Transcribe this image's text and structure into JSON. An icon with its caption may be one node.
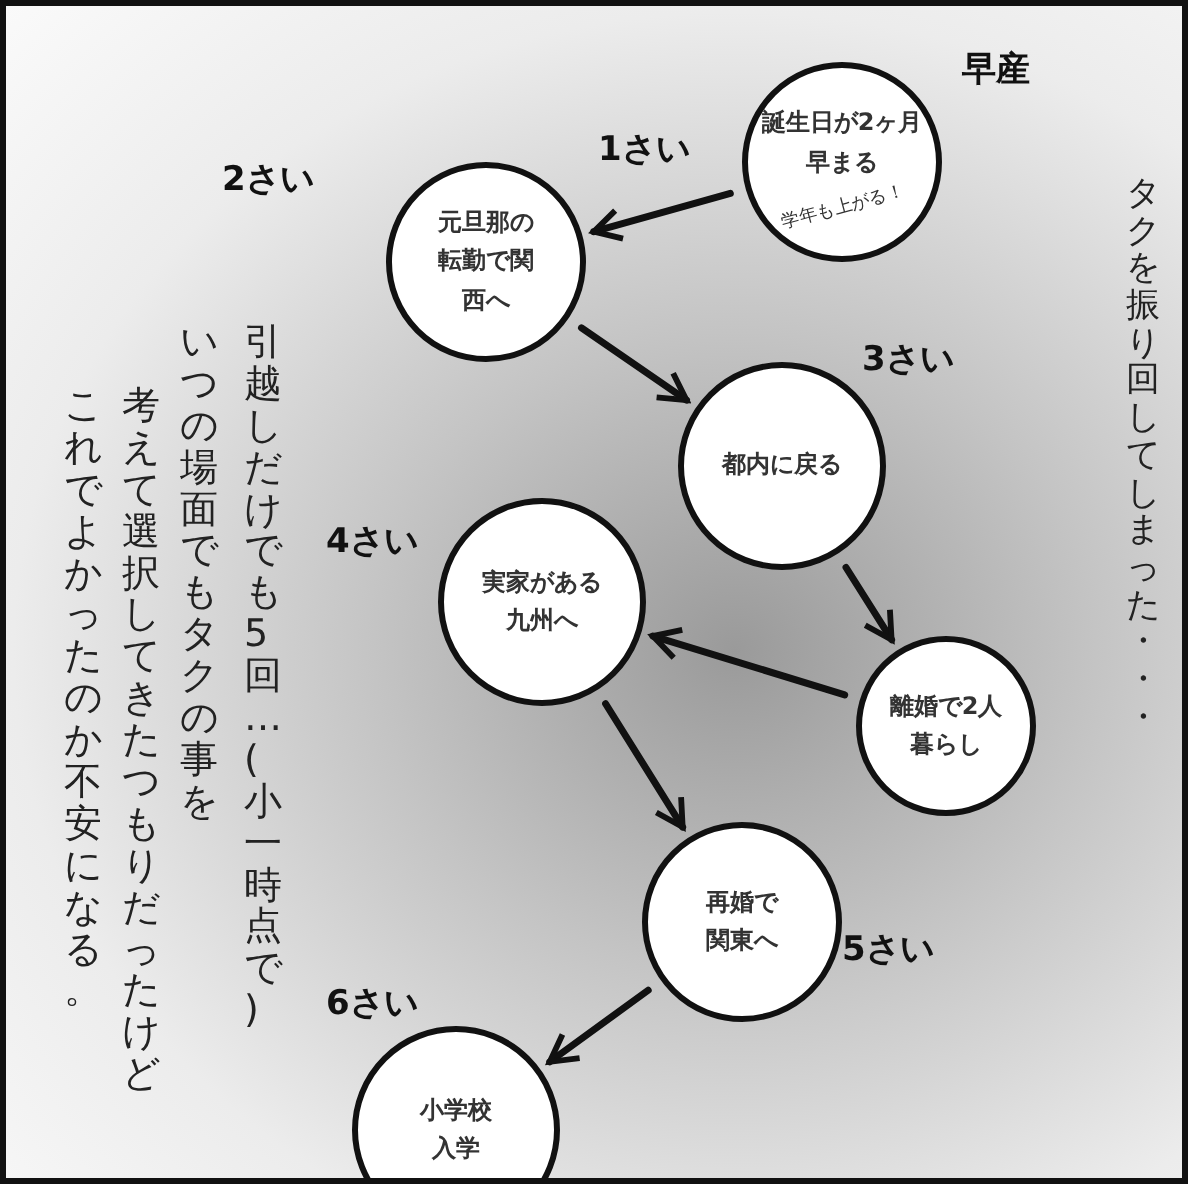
{
  "diagram": {
    "nodes": [
      {
        "text": [
          "誕生日が2ヶ月早まる",
          "学年も上がる！"
        ]
      },
      {
        "text": [
          "元旦那の転勤で関西へ"
        ]
      },
      {
        "text": [
          "都内に戻る"
        ]
      },
      {
        "text": [
          "実家がある九州へ"
        ]
      },
      {
        "text": [
          "離婚で2人暮らし"
        ]
      },
      {
        "text": [
          "再婚で関東へ"
        ]
      },
      {
        "text": [
          "小学校入学"
        ]
      }
    ],
    "edges": [
      {
        "from": 0,
        "to": 1,
        "arrow": "to"
      },
      {
        "from": 1,
        "to": 2,
        "arrow": "to"
      },
      {
        "from": 2,
        "to": 4,
        "arrow": "to"
      },
      {
        "from": 4,
        "to": 3,
        "arrow": "to"
      },
      {
        "from": 3,
        "to": 5,
        "arrow": "to"
      },
      {
        "from": 5,
        "to": 6,
        "arrow": "to"
      }
    ],
    "labels": [
      "早産",
      "1さい",
      "2さい",
      "3さい",
      "4さい",
      "5さい",
      "6さい",
      "タクを振り回してしまった・・・",
      "引越しだけでも5回…(小一時点で)",
      "いつの場面でもタクの事を",
      "考えて選択してきたつもりだったけど",
      "これでよかったのか不安になる。"
    ]
  }
}
